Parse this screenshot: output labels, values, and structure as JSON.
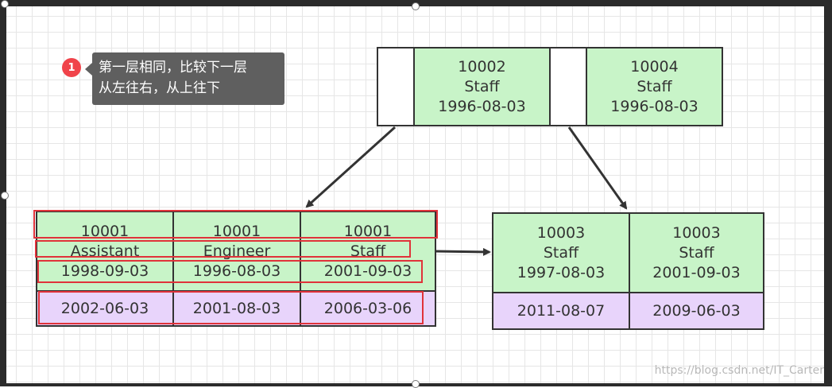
{
  "annotation": {
    "badge": "1",
    "line1": "第一层相同，比较下一层",
    "line2": "从左往右，从上往下"
  },
  "root_node": [
    {
      "id": "10002",
      "title": "Staff",
      "date": "1996-08-03"
    },
    {
      "id": "10004",
      "title": "Staff",
      "date": "1996-08-03"
    }
  ],
  "left_leaf": [
    {
      "id": "10001",
      "title": "Assistant",
      "date": "1998-09-03",
      "value": "2002-06-03"
    },
    {
      "id": "10001",
      "title": "Engineer",
      "date": "1996-08-03",
      "value": "2001-08-03"
    },
    {
      "id": "10001",
      "title": "Staff",
      "date": "2001-09-03",
      "value": "2006-03-06"
    }
  ],
  "right_leaf": [
    {
      "id": "10003",
      "title": "Staff",
      "date": "1997-08-03",
      "value": "2011-08-07"
    },
    {
      "id": "10003",
      "title": "Staff",
      "date": "2001-09-03",
      "value": "2009-06-03"
    }
  ],
  "watermark": "https://blog.csdn.net/IT_Carter",
  "colors": {
    "key_cell": "#c8f4c8",
    "value_cell": "#e8d4fb",
    "highlight": "#e0333a",
    "tooltip": "#5f5f5f"
  }
}
